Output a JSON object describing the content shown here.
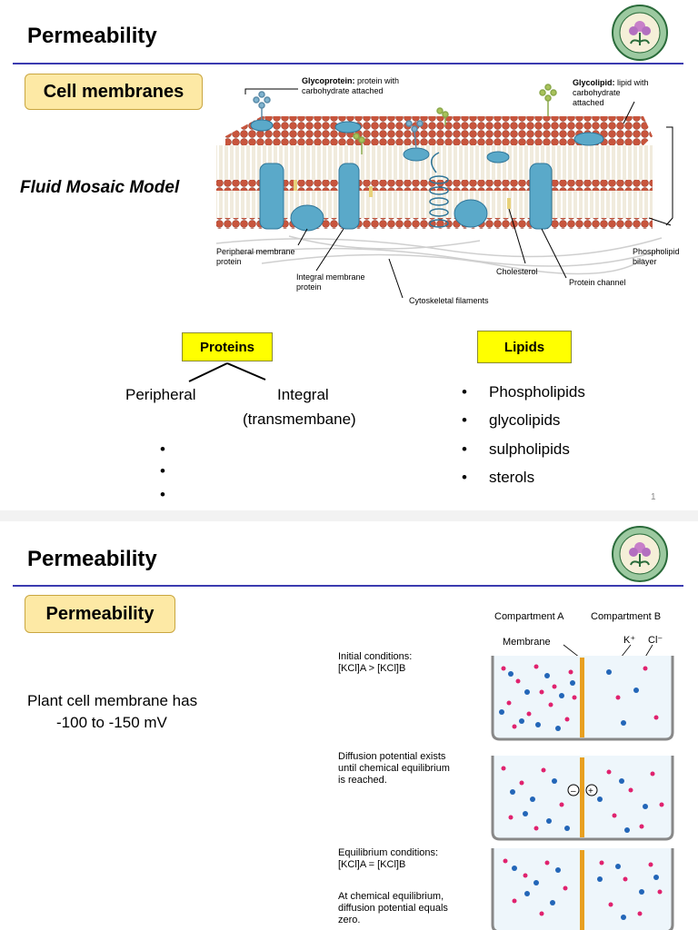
{
  "slide1": {
    "title": "Permeability",
    "label_box": "Cell membranes",
    "model_label": "Fluid Mosaic Model",
    "diagram": {
      "glycoprotein_bold": "Glycoprotein:",
      "glycoprotein_text_1": " protein with",
      "glycoprotein_text_2": "carbohydrate attached",
      "glycolipid_bold": "Glycolipid:",
      "glycolipid_text_1": " lipid with",
      "glycolipid_text_2": "carbohydrate",
      "glycolipid_text_3": "attached",
      "peripheral_1": "Peripheral membrane",
      "peripheral_2": "protein",
      "integral_1": "Integral membrane",
      "integral_2": "protein",
      "cytoskeletal": "Cytoskeletal filaments",
      "cholesterol": "Cholesterol",
      "protein_channel": "Protein channel",
      "phospholipid_1": "Phospholipid",
      "phospholipid_2": "bilayer"
    },
    "proteins_label": "Proteins",
    "lipids_label": "Lipids",
    "peripheral": "Peripheral",
    "integral_1": "Integral",
    "integral_2": "(transmembane)",
    "empty_bullets": [
      "",
      "",
      ""
    ],
    "lipid_items": [
      "Phospholipids",
      "glycolipids",
      "sulpholipids",
      "sterols"
    ],
    "page_number": "1"
  },
  "slide2": {
    "title": "Permeability",
    "label_box": "Permeability",
    "body_line_1": "Plant cell membrane has",
    "body_line_2": "-100 to -150 mV",
    "diagram": {
      "compartment_a": "Compartment A",
      "compartment_b": "Compartment B",
      "membrane": "Membrane",
      "k_ion": "K⁺",
      "cl_ion": "Cl⁻",
      "initial_1": "Initial conditions:",
      "initial_2": "[KCl]A > [KCl]B",
      "diffusion_1": "Diffusion potential exists",
      "diffusion_2": "until chemical equilibrium",
      "diffusion_3": "is reached.",
      "equilibrium_1": "Equilibrium conditions:",
      "equilibrium_2": "[KCl]A = [KCl]B",
      "atchem_1": "At chemical equilibrium,",
      "atchem_2": "diffusion potential equals",
      "atchem_3": "zero."
    }
  },
  "colors": {
    "title_rule": "#3b3bb0",
    "label_box_fill": "#fde9a5",
    "yellow_box_fill": "#ffff00",
    "lipid_head": "#c8553d",
    "protein": "#5aa9c9",
    "k_ion": "#2366b8",
    "cl_ion": "#e0226e",
    "membrane": "#e8a020"
  },
  "icons": {
    "logo": "botany-department-seal-icon"
  }
}
